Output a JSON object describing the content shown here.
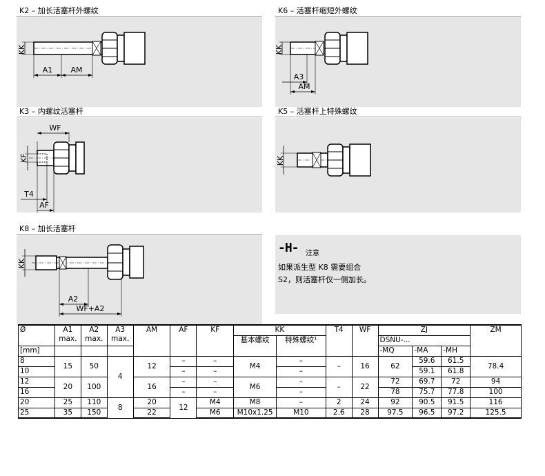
{
  "panels": {
    "k2": {
      "title": "K2 – 加长活塞杆外螺纹",
      "labels": [
        "KK",
        "A1",
        "AM"
      ]
    },
    "k6": {
      "title": "K6 – 活塞杆缩短外螺纹",
      "labels": [
        "KK",
        "A3",
        "AM"
      ]
    },
    "k3": {
      "title": "K3 – 内螺纹活塞杆",
      "labels": [
        "WF",
        "KF",
        "T4",
        "AF"
      ]
    },
    "k5": {
      "title": "K5 – 活塞杆上特殊螺纹",
      "labels": [
        "KK"
      ]
    },
    "k8": {
      "title": "K8 – 加长活塞杆",
      "labels": [
        "KK",
        "A2",
        "WF+A2"
      ]
    }
  },
  "note": {
    "symbol": "-H-",
    "title": "注意",
    "line1": "如果派生型 K8 需要组合",
    "line2": "S2，则活塞杆仅一侧加长。"
  },
  "table": {
    "headers": {
      "diameter": "Ø",
      "unit": "[mm]",
      "a1": "A1",
      "a1_sub": "max.",
      "a2": "A2",
      "a2_sub": "max.",
      "a3": "A3",
      "a3_sub": "max.",
      "am": "AM",
      "af": "AF",
      "kf": "KF",
      "kk": "KK",
      "kk_basic": "基本螺纹",
      "kk_special": "特殊螺纹¹",
      "t4": "T4",
      "wf": "WF",
      "zj": "ZJ",
      "zj_prefix": "DSNU-...",
      "zj_mq": "-MQ",
      "zj_ma": "-MA",
      "zj_mh": "-MH",
      "zm": "ZM"
    },
    "rows": {
      "r8": {
        "d": "8",
        "ma": "59.6",
        "mh": "61.5",
        "af": "–",
        "kf": "–",
        "special": "–"
      },
      "r10": {
        "d": "10",
        "ma": "59.1",
        "mh": "61.8",
        "af": "–",
        "kf": "–",
        "special": "–"
      },
      "r12": {
        "d": "12",
        "mq": "72",
        "ma": "69.7",
        "mh": "72",
        "zm": "94",
        "af": "–",
        "kf": "–",
        "special": "–"
      },
      "r16": {
        "d": "16",
        "mq": "78",
        "ma": "75.7",
        "mh": "77.8",
        "zm": "100",
        "af": "–",
        "kf": "–",
        "special": "–"
      },
      "r20": {
        "d": "20",
        "am": "20",
        "kf": "M4",
        "kk": "M8",
        "special": "–",
        "t4": "2",
        "wf": "24",
        "mq": "92",
        "ma": "90.5",
        "mh": "91.5",
        "zm": "116"
      },
      "r25": {
        "d": "25",
        "a1": "35",
        "a2": "150",
        "am": "22",
        "kf": "M6",
        "kk": "M10x1.25",
        "special": "M10",
        "t4": "2.6",
        "wf": "28",
        "mq": "97.5",
        "ma": "96.5",
        "mh": "97.2",
        "zm": "125.5"
      },
      "g8_10": {
        "a1": "15",
        "a2": "50",
        "am": "12",
        "kk": "M4",
        "t4": "–",
        "wf": "16",
        "mq": "62",
        "zm": "78.4"
      },
      "g12_16": {
        "a1": "20",
        "a2": "100",
        "am": "16",
        "kk": "M6",
        "t4": "–",
        "wf": "22"
      },
      "g20_25": {
        "a3": "8",
        "af": "12"
      },
      "g8_16": {
        "a3": "4"
      },
      "r20a": {
        "a1": "25",
        "a2": "110"
      }
    }
  }
}
